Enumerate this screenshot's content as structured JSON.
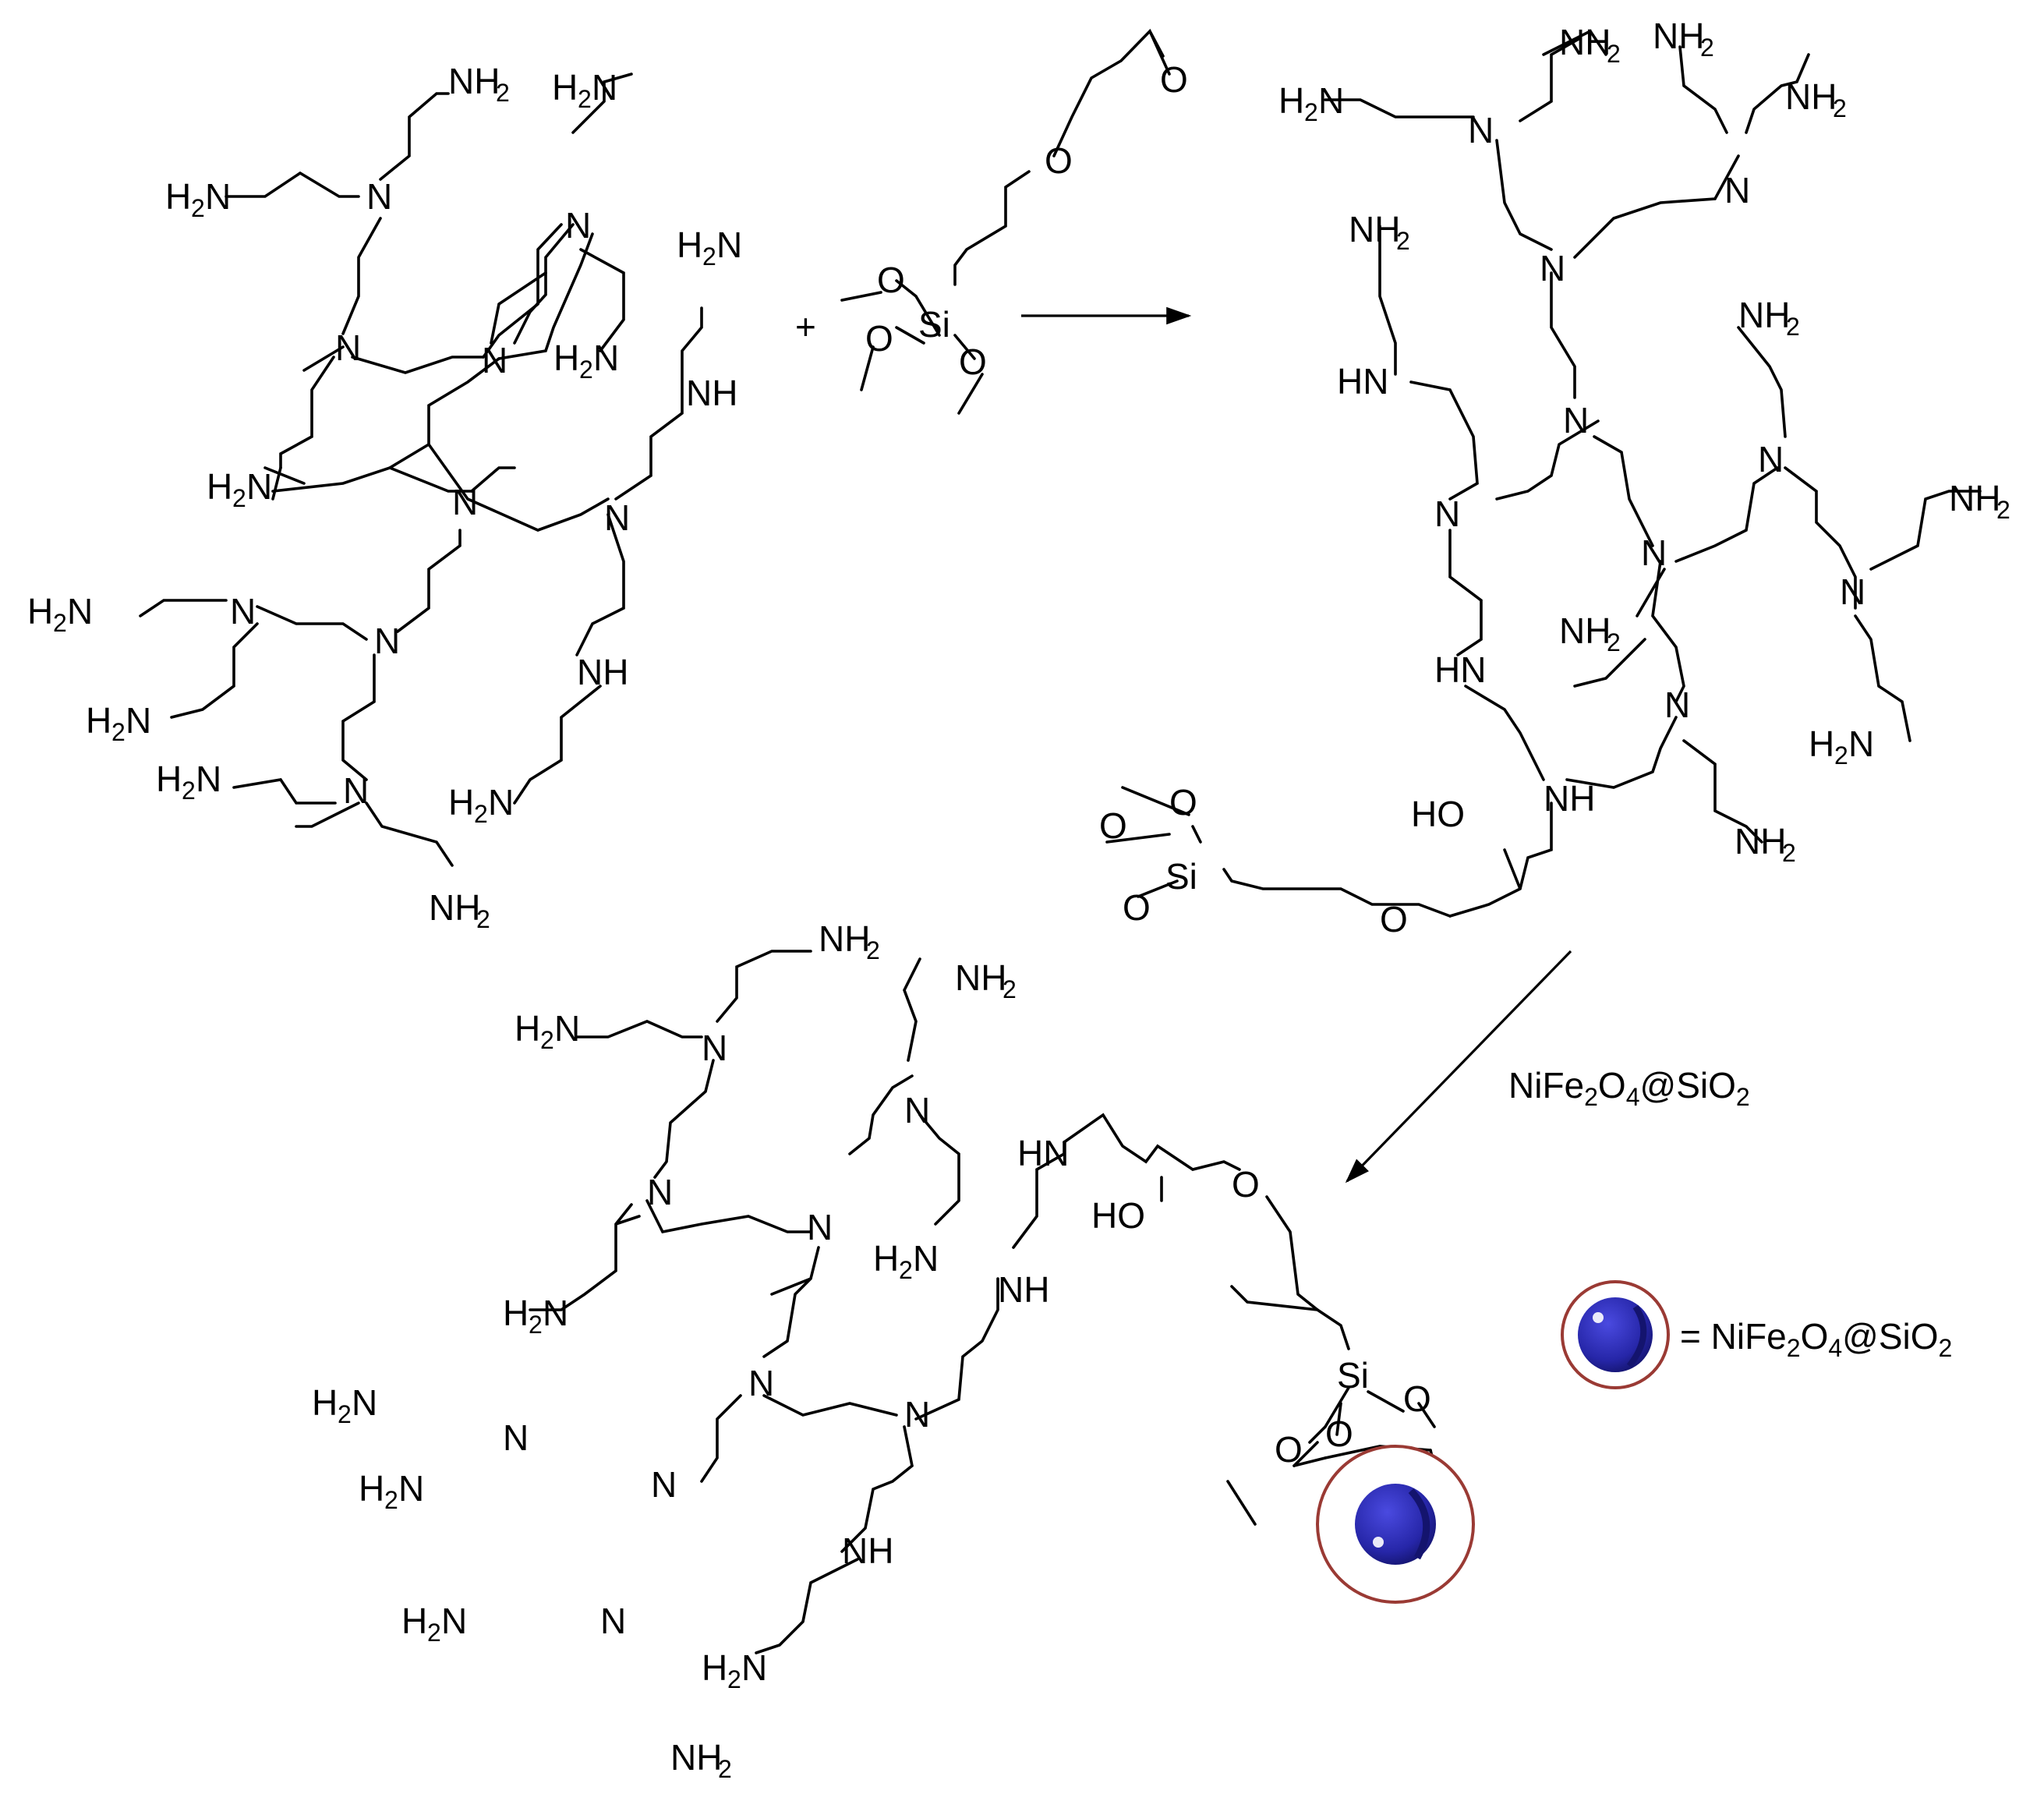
{
  "reaction": {
    "plus_sign": "+",
    "reagent_label_parts": [
      "NiFe",
      "2",
      "O",
      "4",
      "@SiO",
      "2"
    ],
    "legend_parts": [
      "= NiFe",
      "2",
      "O",
      "4",
      "@SiO",
      "2"
    ]
  },
  "atoms": {
    "N": "N",
    "NH": "NH",
    "HN": "HN",
    "NH2": "NH",
    "H2N_H": "H",
    "H2N_N": "N",
    "sub2": "2",
    "O": "O",
    "Si": "Si",
    "HO": "HO"
  },
  "colors": {
    "bond": "#000000",
    "shell": "#9a3a34",
    "core": "#2a2aa8",
    "core_dark": "#16167a",
    "highlight": "#ffffff"
  }
}
